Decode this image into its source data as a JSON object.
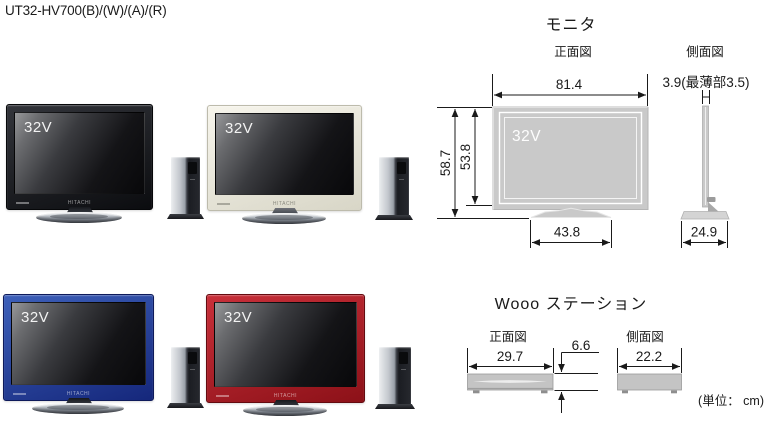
{
  "header": {
    "title": "UT32-HV700(B)/(W)/(A)/(R)"
  },
  "products": [
    {
      "id": "black",
      "size_label": "32V",
      "brand": "HITACHI",
      "bezel_color": "#17181c"
    },
    {
      "id": "white",
      "size_label": "32V",
      "brand": "HITACHI",
      "bezel_color": "#eae8dc"
    },
    {
      "id": "blue",
      "size_label": "32V",
      "brand": "HITACHI",
      "bezel_color": "#2a4a9e"
    },
    {
      "id": "red",
      "size_label": "32V",
      "brand": "HITACHI",
      "bezel_color": "#b2232b"
    }
  ],
  "monitor": {
    "title": "モニタ",
    "front_view_label": "正面図",
    "side_view_label": "側面図",
    "screen_size_label": "32V",
    "dims": {
      "width": "81.4",
      "total_height": "58.7",
      "panel_height": "53.8",
      "stand_width": "43.8",
      "depth": "3.9(最薄部3.5)",
      "base_depth": "24.9"
    }
  },
  "station": {
    "title": "Wooo ステーション",
    "front_view_label": "正面図",
    "side_view_label": "側面図",
    "dims": {
      "width": "29.7",
      "height": "6.6",
      "depth": "22.2"
    }
  },
  "footer": {
    "unit_note": "(単位： cm)"
  }
}
